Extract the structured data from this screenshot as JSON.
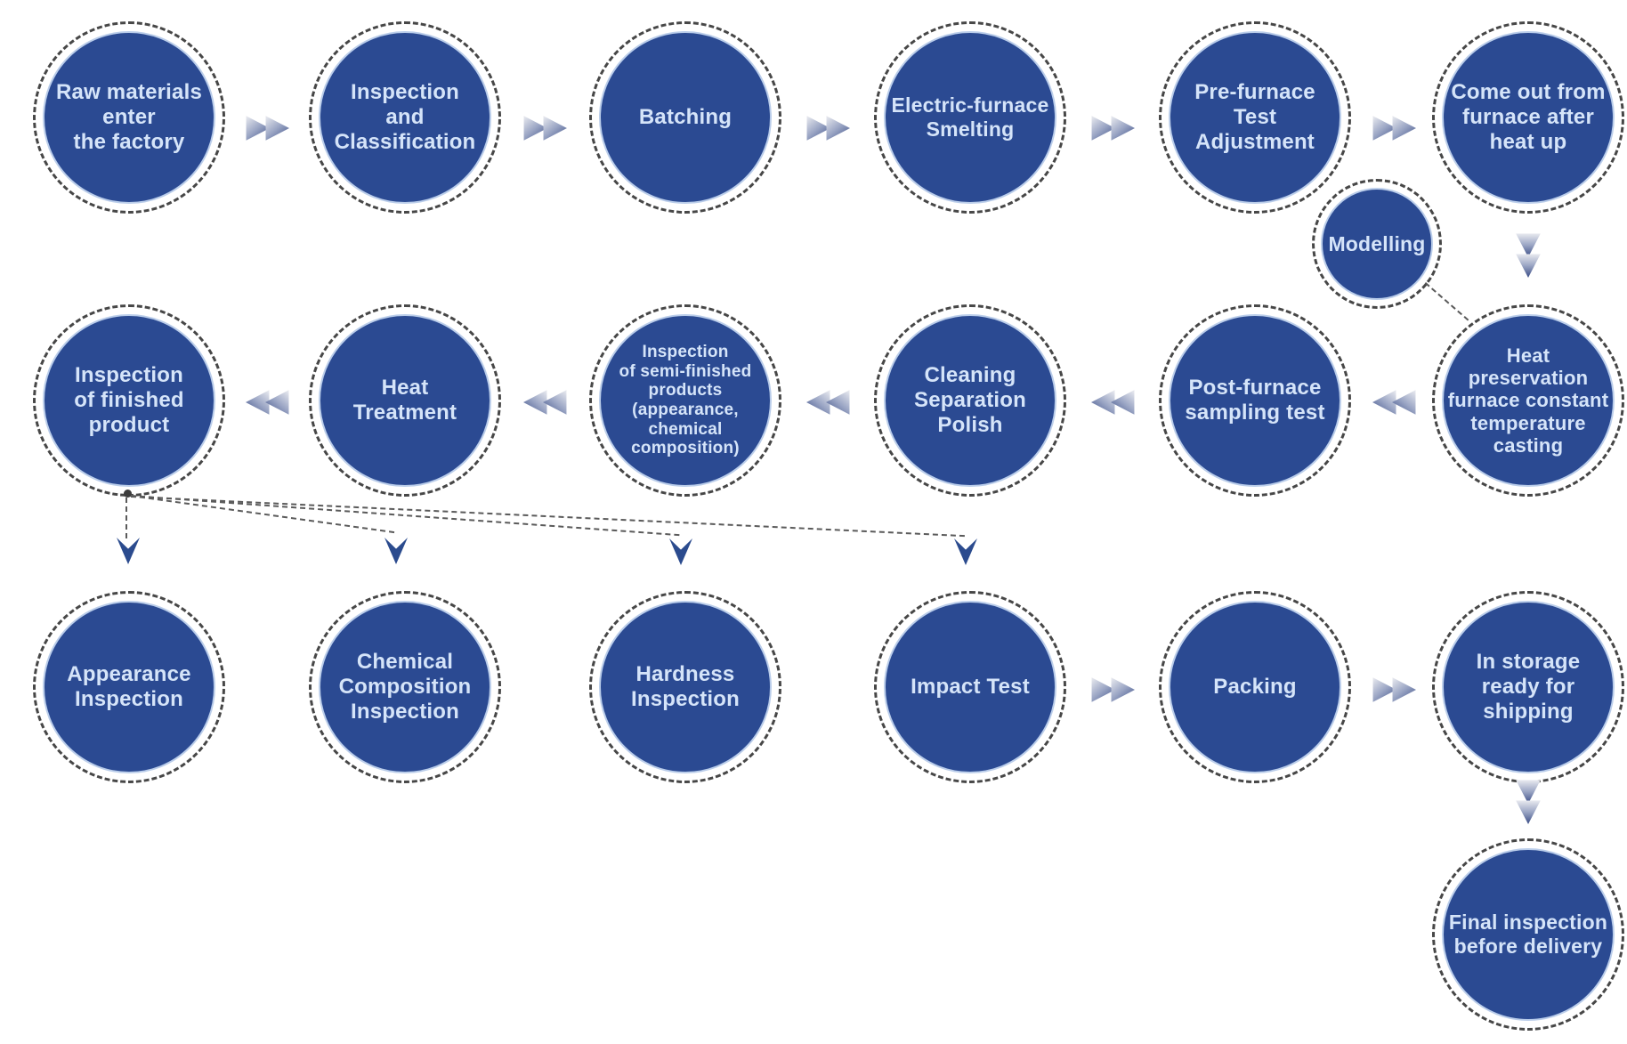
{
  "colors": {
    "node_fill": "#2b4a92",
    "node_text": "#d5e4f9",
    "node_inner_edge": "#bacdea",
    "dashed_ring": "#474747",
    "branch_dash": "#5a5a5a",
    "arrow_light": "#e3e5ec",
    "arrow_dark": "#41538b",
    "arrowhead": "#2b4b8e",
    "background": "#ffffff"
  },
  "nodes": [
    {
      "id": "raw-materials",
      "label": "Raw materials\nenter\nthe factory"
    },
    {
      "id": "inspection-classification",
      "label": "Inspection\nand\nClassification"
    },
    {
      "id": "batching",
      "label": "Batching"
    },
    {
      "id": "electric-furnace-smelting",
      "label": "Electric-furnace\nSmelting"
    },
    {
      "id": "pre-furnace-test-adjustment",
      "label": "Pre-furnace\nTest\nAdjustment"
    },
    {
      "id": "come-out-from-furnace",
      "label": "Come out from\nfurnace after\nheat up"
    },
    {
      "id": "modelling",
      "label": "Modelling"
    },
    {
      "id": "heat-preservation-casting",
      "label": "Heat\npreservation\nfurnace constant\ntemperature\ncasting"
    },
    {
      "id": "post-furnace-sampling-test",
      "label": "Post-furnace\nsampling test"
    },
    {
      "id": "cleaning-separation-polish",
      "label": "Cleaning\nSeparation\nPolish"
    },
    {
      "id": "inspection-semi-finished",
      "label": "Inspection\nof semi-finished\nproducts\n(appearance,\nchemical\ncomposition)"
    },
    {
      "id": "heat-treatment",
      "label": "Heat\nTreatment"
    },
    {
      "id": "inspection-finished-product",
      "label": "Inspection\nof finished\nproduct"
    },
    {
      "id": "appearance-inspection",
      "label": "Appearance\nInspection"
    },
    {
      "id": "chemical-composition-inspection",
      "label": "Chemical\nComposition\nInspection"
    },
    {
      "id": "hardness-inspection",
      "label": "Hardness\nInspection"
    },
    {
      "id": "impact-test",
      "label": "Impact Test"
    },
    {
      "id": "packing",
      "label": "Packing"
    },
    {
      "id": "in-storage-ready-for-shipping",
      "label": "In storage\nready for\nshipping"
    },
    {
      "id": "final-inspection-before-delivery",
      "label": "Final inspection\nbefore delivery"
    }
  ],
  "edges": [
    {
      "from": "raw-materials",
      "to": "inspection-classification",
      "style": "chevron-right"
    },
    {
      "from": "inspection-classification",
      "to": "batching",
      "style": "chevron-right"
    },
    {
      "from": "batching",
      "to": "electric-furnace-smelting",
      "style": "chevron-right"
    },
    {
      "from": "electric-furnace-smelting",
      "to": "pre-furnace-test-adjustment",
      "style": "chevron-right"
    },
    {
      "from": "pre-furnace-test-adjustment",
      "to": "come-out-from-furnace",
      "style": "chevron-right"
    },
    {
      "from": "come-out-from-furnace",
      "to": "heat-preservation-casting",
      "style": "chevron-down"
    },
    {
      "from": "modelling",
      "to": "heat-preservation-casting",
      "style": "dashed"
    },
    {
      "from": "heat-preservation-casting",
      "to": "post-furnace-sampling-test",
      "style": "chevron-left"
    },
    {
      "from": "post-furnace-sampling-test",
      "to": "cleaning-separation-polish",
      "style": "chevron-left"
    },
    {
      "from": "cleaning-separation-polish",
      "to": "inspection-semi-finished",
      "style": "chevron-left"
    },
    {
      "from": "inspection-semi-finished",
      "to": "heat-treatment",
      "style": "chevron-left"
    },
    {
      "from": "heat-treatment",
      "to": "inspection-finished-product",
      "style": "chevron-left"
    },
    {
      "from": "inspection-finished-product",
      "to": "appearance-inspection",
      "style": "dashed-arrow"
    },
    {
      "from": "inspection-finished-product",
      "to": "chemical-composition-inspection",
      "style": "dashed-arrow"
    },
    {
      "from": "inspection-finished-product",
      "to": "hardness-inspection",
      "style": "dashed-arrow"
    },
    {
      "from": "inspection-finished-product",
      "to": "impact-test",
      "style": "dashed-arrow"
    },
    {
      "from": "impact-test",
      "to": "packing",
      "style": "chevron-right"
    },
    {
      "from": "packing",
      "to": "in-storage-ready-for-shipping",
      "style": "chevron-right"
    },
    {
      "from": "in-storage-ready-for-shipping",
      "to": "final-inspection-before-delivery",
      "style": "chevron-down"
    }
  ]
}
